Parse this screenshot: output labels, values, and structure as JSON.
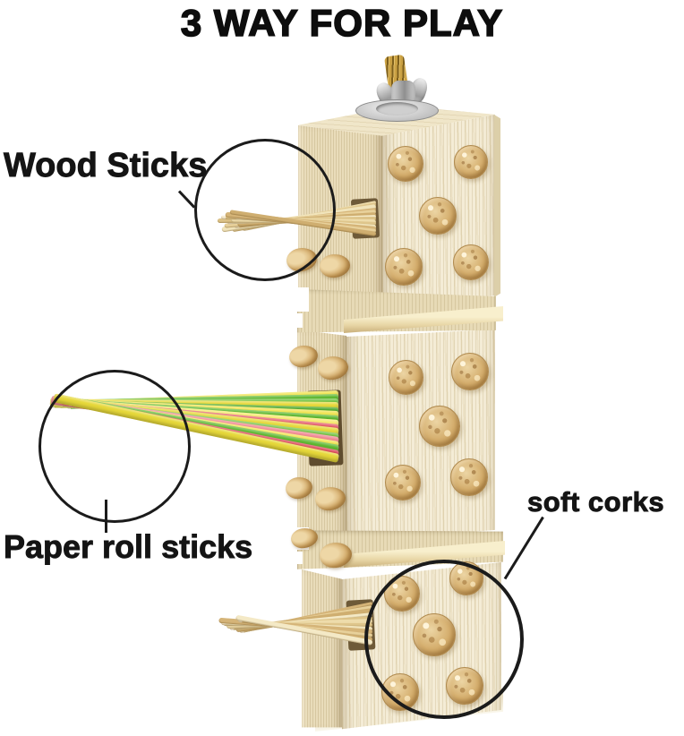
{
  "title": "3 WAY FOR PLAY",
  "annotations": {
    "wood_sticks": {
      "label": "Wood Sticks"
    },
    "paper_roll_sticks": {
      "label": "Paper roll sticks"
    },
    "soft_corks": {
      "label": "soft corks"
    }
  },
  "colors": {
    "background": "#ffffff",
    "text": "#141414",
    "annotation_line": "#1b1b1b",
    "wood_front": "#f4ecd6",
    "wood_side": "#e9dcba",
    "wood_top": "#f0e6c9",
    "shelf": "#f3e7c0",
    "slot_dark": "#6e5a38",
    "cork_light": "#ecd5a4",
    "cork_mid": "#d2a96a",
    "cork_dark": "#a57c3f",
    "stick_wood_tones": [
      "#eedcab",
      "#dfc68c",
      "#f1e4bb",
      "#d5b478",
      "#e8d19b",
      "#cfae70",
      "#f4e9c6",
      "#dcc287"
    ],
    "paper_green": [
      "#5cb72f",
      "#6fc13f",
      "#47a525"
    ],
    "paper_yellow": [
      "#f0e34f",
      "#e6d83a",
      "#f5ea6e"
    ],
    "paper_red": [
      "#e25767",
      "#ef8590",
      "#d84353"
    ],
    "metal_silver": "#c9c9c9",
    "brass": "#c29a3a"
  }
}
